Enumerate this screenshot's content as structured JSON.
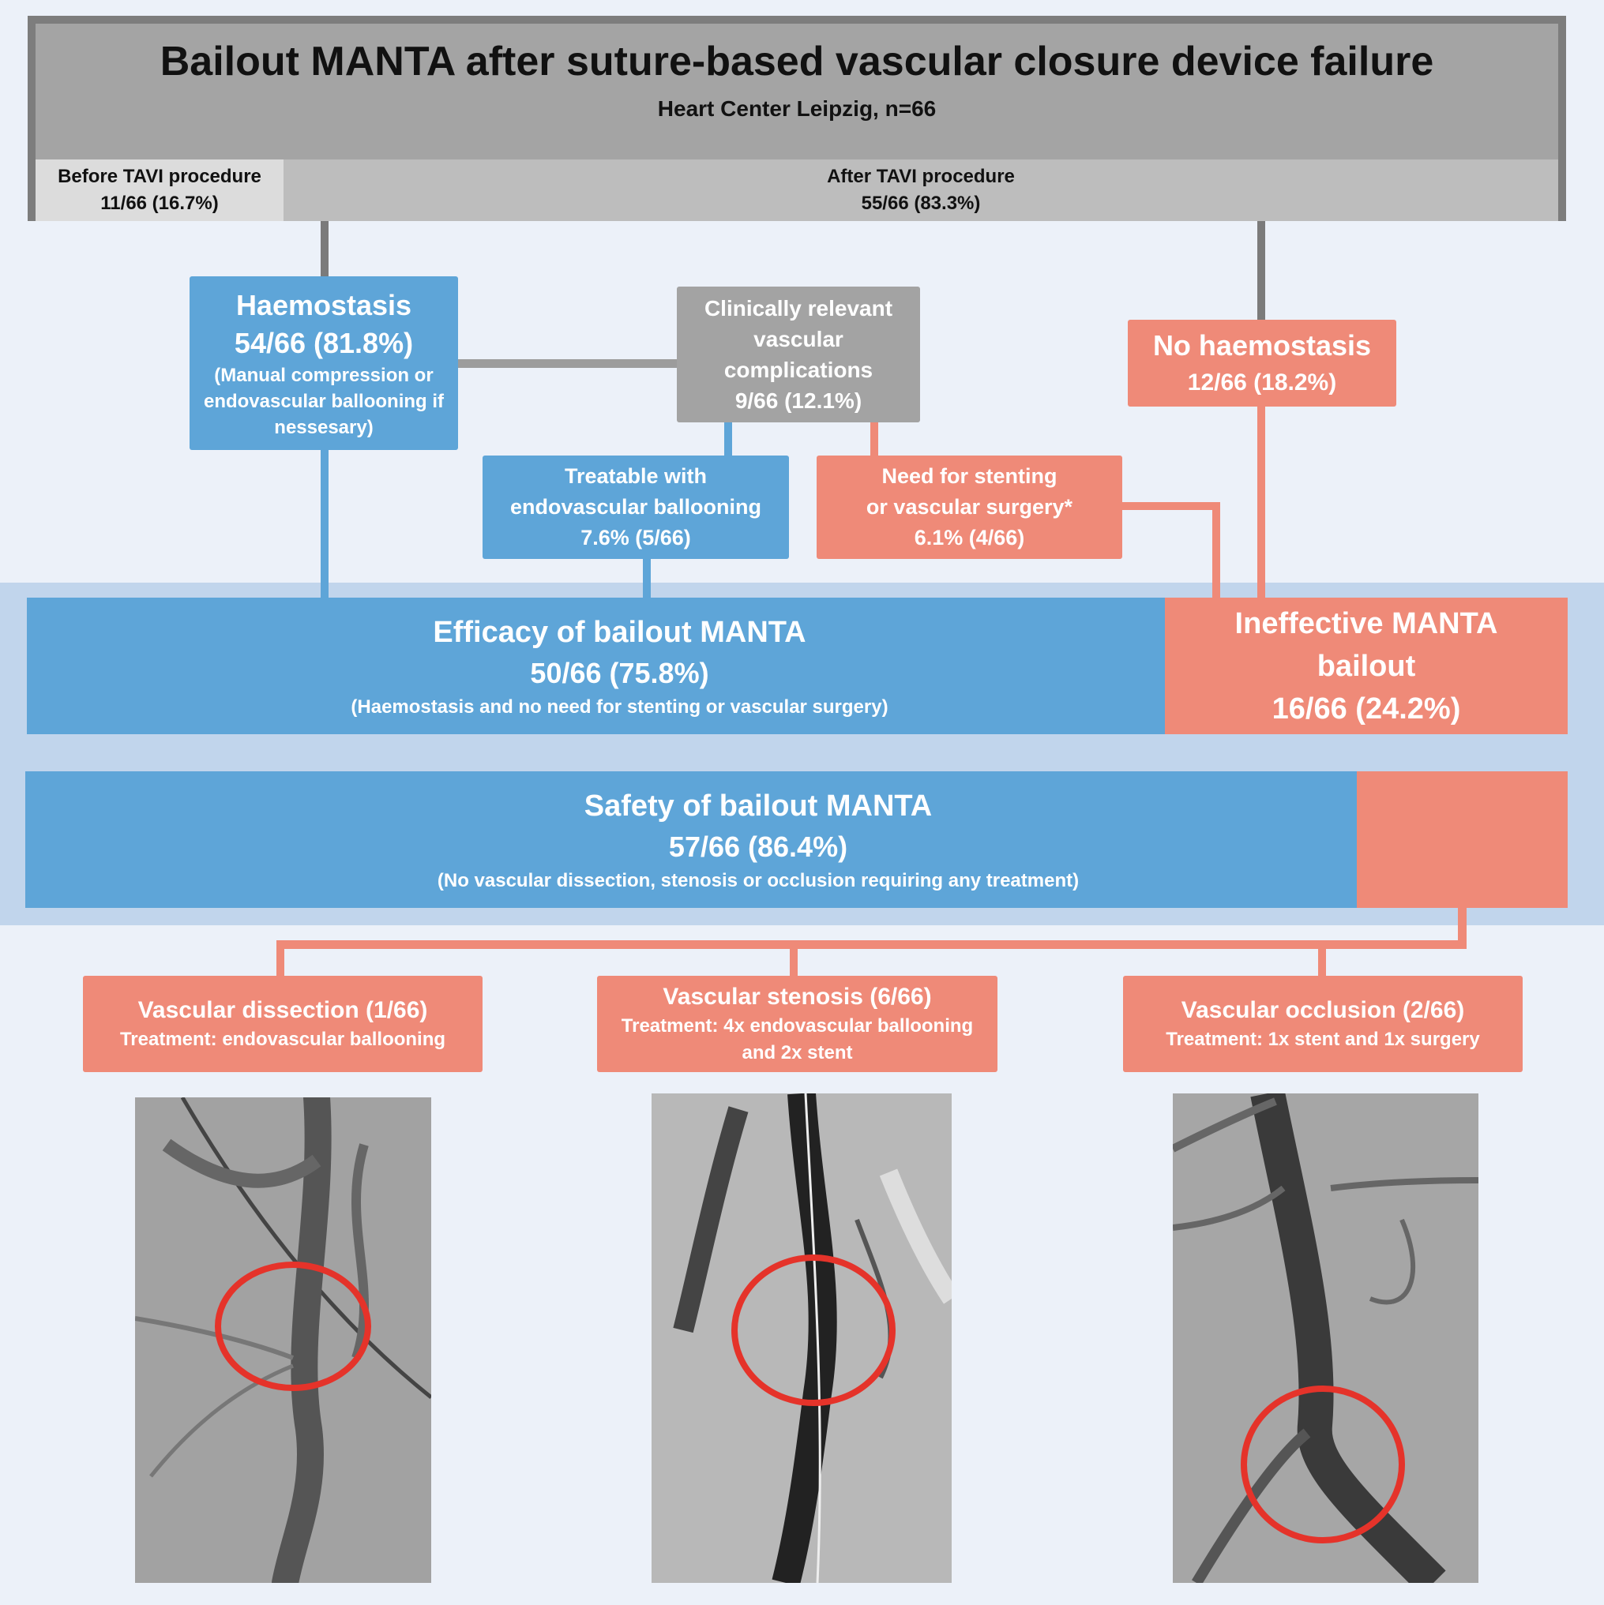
{
  "header": {
    "title": "Bailout MANTA after suture-based vascular closure device failure",
    "subtitle": "Heart Center Leipzig, n=66",
    "before": {
      "label": "Before TAVI procedure",
      "value": "11/66 (16.7%)"
    },
    "after": {
      "label": "After TAVI procedure",
      "value": "55/66 (83.3%)"
    }
  },
  "nodes": {
    "haemostasis": {
      "title": "Haemostasis",
      "value": "54/66 (81.8%)",
      "note_1": "(Manual compression or",
      "note_2": "endovascular ballooning if",
      "note_3": "nessesary)"
    },
    "clinically_relevant": {
      "line_1": "Clinically relevant",
      "line_2": "vascular",
      "line_3": "complications",
      "value": "9/66 (12.1%)"
    },
    "no_haemostasis": {
      "title": "No haemostasis",
      "value": "12/66 (18.2%)"
    },
    "treatable": {
      "line_1": "Treatable with",
      "line_2": "endovascular ballooning",
      "value": "7.6% (5/66)"
    },
    "need_stenting": {
      "line_1": "Need for stenting",
      "line_2": "or vascular surgery*",
      "value": "6.1% (4/66)"
    },
    "efficacy": {
      "title": "Efficacy of bailout MANTA",
      "value": "50/66 (75.8%)",
      "note": "(Haemostasis and no need for stenting or vascular surgery)",
      "fraction": 0.758
    },
    "ineffective": {
      "line_1": "Ineffective MANTA",
      "line_2": "bailout",
      "value": "16/66 (24.2%)"
    },
    "safety": {
      "title": "Safety of bailout MANTA",
      "value": "57/66 (86.4%)",
      "note": "(No vascular dissection, stenosis or occlusion requiring any treatment)",
      "fraction": 0.864
    },
    "dissection": {
      "title": "Vascular dissection (1/66)",
      "treatment": "Treatment: endovascular ballooning"
    },
    "stenosis": {
      "title": "Vascular stenosis (6/66)",
      "treatment_1": "Treatment: 4x endovascular ballooning",
      "treatment_2": "and 2x stent"
    },
    "occlusion": {
      "title": "Vascular occlusion (2/66)",
      "treatment": "Treatment: 1x stent and 1x surgery"
    }
  },
  "images": [
    {
      "name": "angiogram-dissection"
    },
    {
      "name": "angiogram-stenosis"
    },
    {
      "name": "angiogram-occlusion"
    }
  ],
  "colors": {
    "efficacy_blue": "#5ea5d8",
    "failure_red": "#ef8a78",
    "neutral_gray": "#a3a3a3",
    "band": "#c1d5ec",
    "background": "#ecf1f9",
    "highlight_circle": "#e5332a"
  }
}
